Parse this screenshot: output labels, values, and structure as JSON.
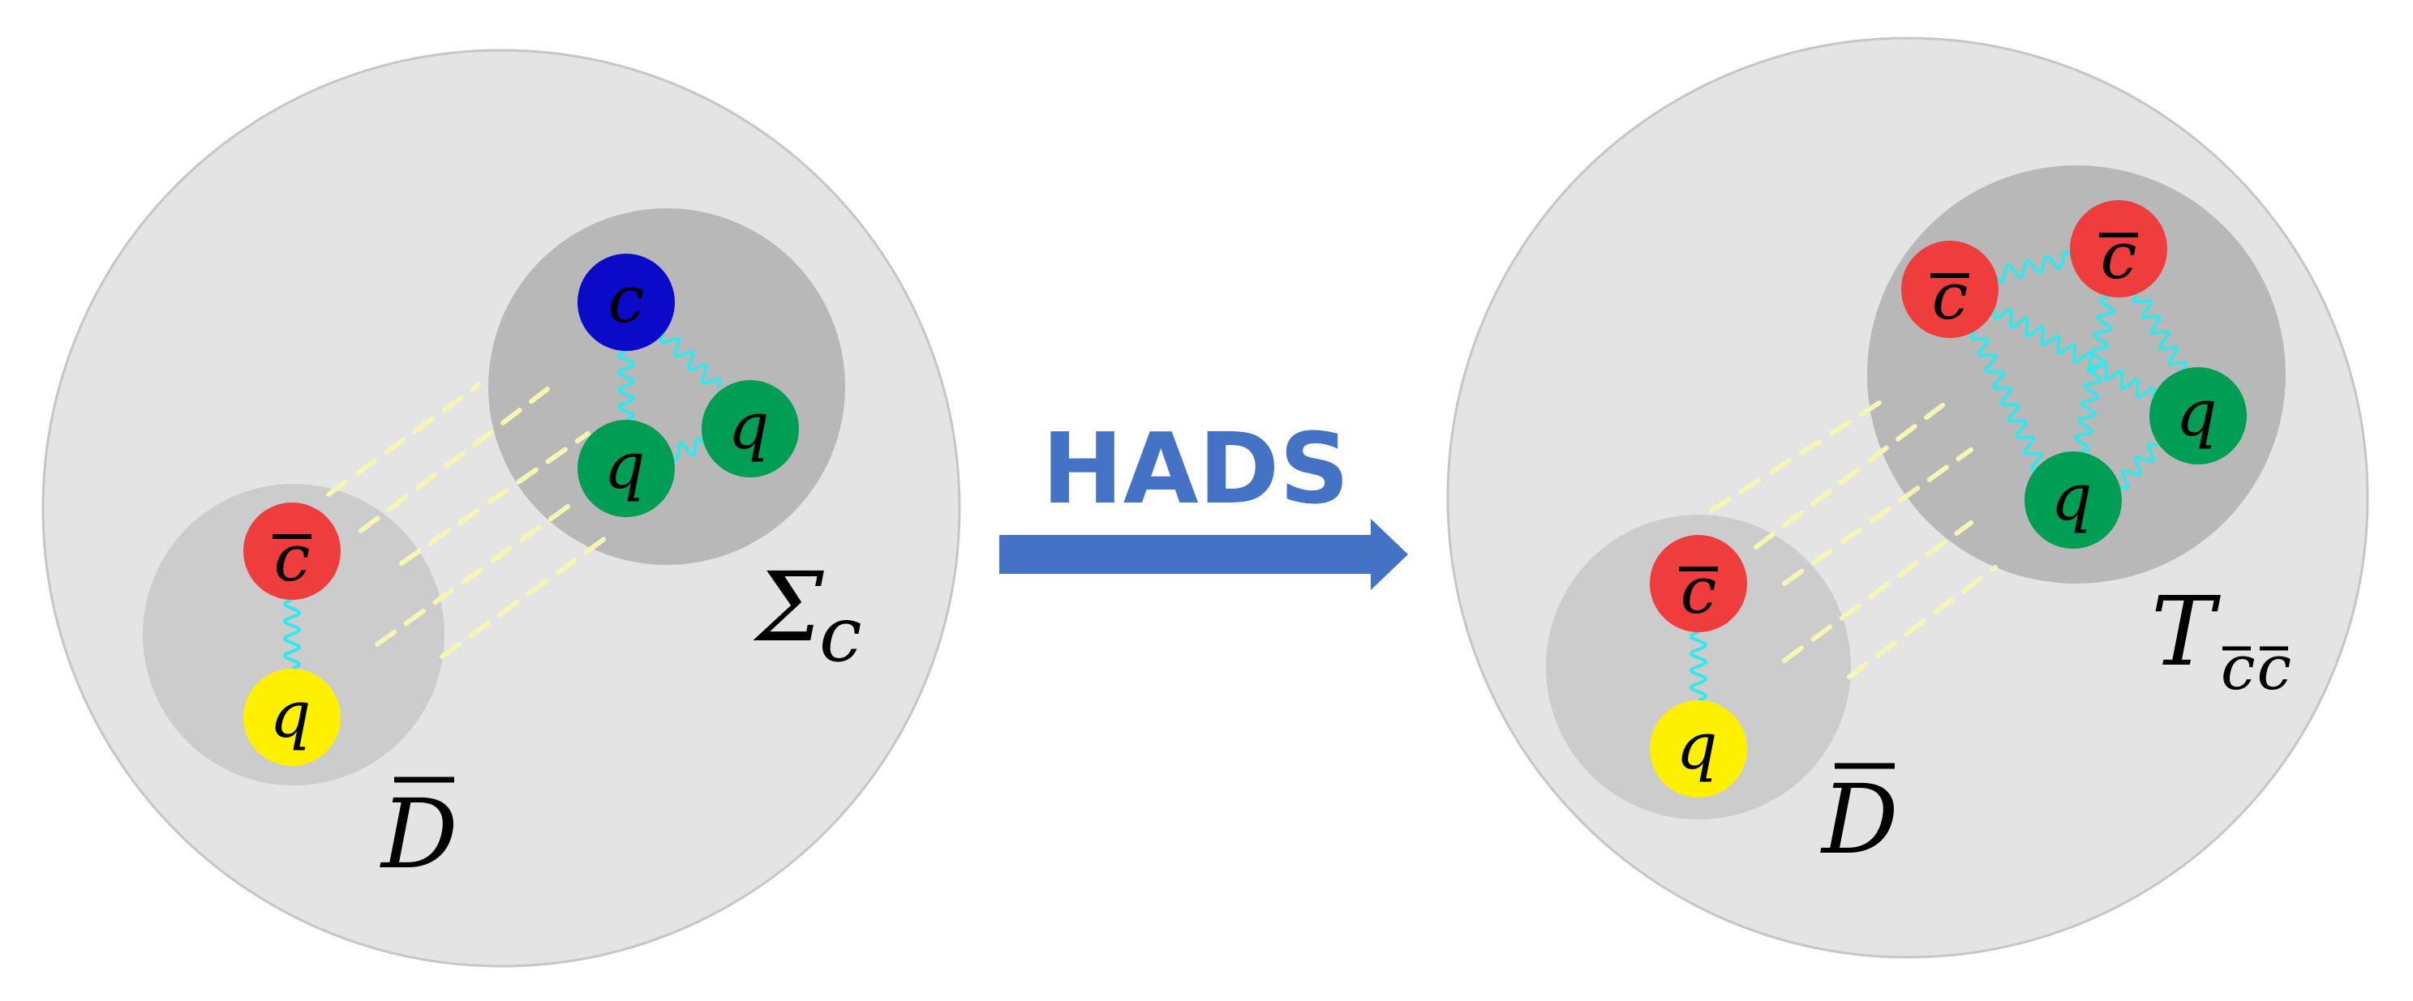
{
  "colors": {
    "hadron_outer": "#e4e4e4",
    "hadron_outer_stroke": "#c6c6c6",
    "baryon_blob": "#b8b8b8",
    "meson_blob": "#cccccc",
    "charm_quark": "#0a0ac8",
    "anticharm_quark": "#ef3c3c",
    "light_quark_green": "#009d55",
    "light_quark_yellow": "#fff000",
    "gluon": "#33e8ec",
    "exchange_line": "#f6f6b4",
    "arrow": "#4472c4"
  },
  "arrow": {
    "label": "HADS"
  },
  "left": {
    "baryon": {
      "label": "Σ",
      "label_sub": "c",
      "quarks": [
        {
          "flavor": "c",
          "antiquark": false
        },
        {
          "flavor": "q",
          "antiquark": false
        },
        {
          "flavor": "q",
          "antiquark": false
        }
      ]
    },
    "meson": {
      "label": "D",
      "label_bar": true,
      "quarks": [
        {
          "flavor": "c",
          "antiquark": true
        },
        {
          "flavor": "q",
          "antiquark": false
        }
      ]
    }
  },
  "right": {
    "tetraquark": {
      "label": "T",
      "label_sub": "cc",
      "label_sub_bar": true,
      "quarks": [
        {
          "flavor": "c",
          "antiquark": true
        },
        {
          "flavor": "c",
          "antiquark": true
        },
        {
          "flavor": "q",
          "antiquark": false
        },
        {
          "flavor": "q",
          "antiquark": false
        }
      ]
    },
    "meson": {
      "label": "D",
      "label_bar": true,
      "quarks": [
        {
          "flavor": "c",
          "antiquark": true
        },
        {
          "flavor": "q",
          "antiquark": false
        }
      ]
    }
  }
}
